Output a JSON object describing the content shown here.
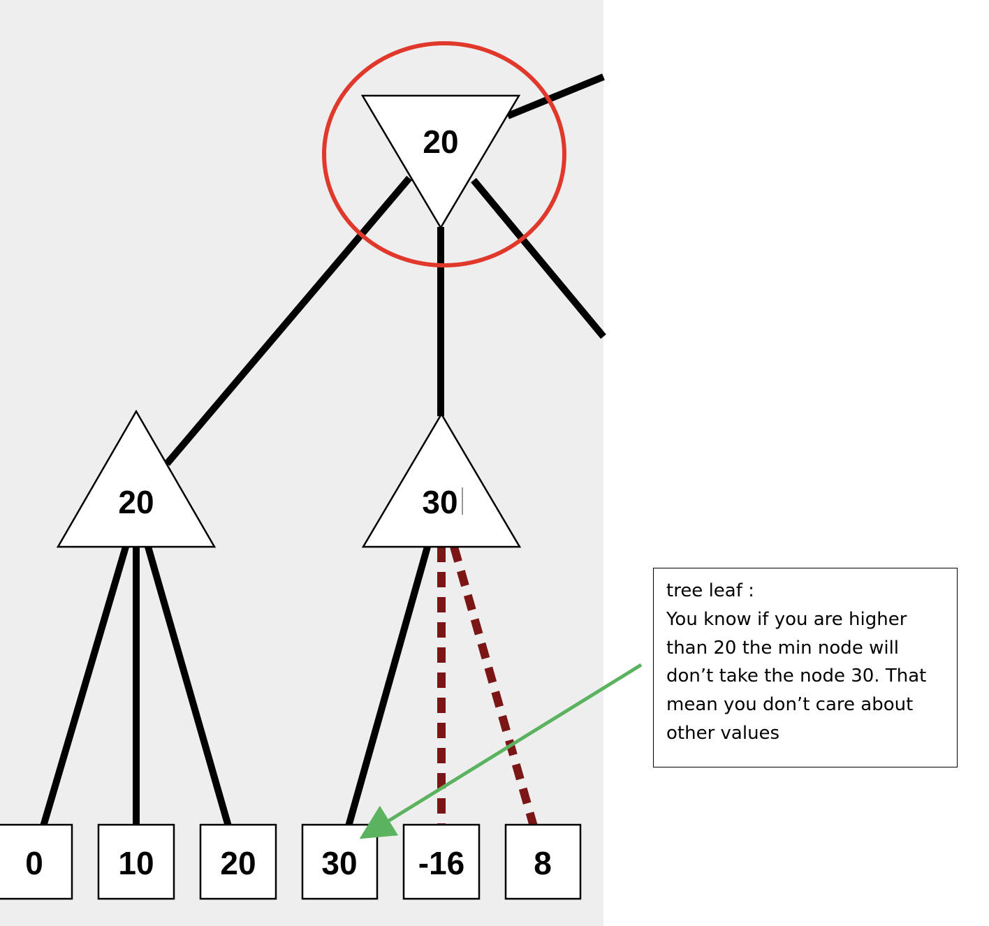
{
  "colors": {
    "panel_background": "#eeeeee",
    "edge": "#000000",
    "pruned_edge": "#7b1616",
    "highlight_circle": "#e0392b",
    "annotation_arrow": "#5bb25f"
  },
  "tree": {
    "root": {
      "kind": "min",
      "value": "20"
    },
    "children": [
      {
        "kind": "max",
        "value": "20",
        "leaves": [
          "0",
          "10",
          "20"
        ]
      },
      {
        "kind": "max",
        "value": "30",
        "leaves": [
          "30",
          "-16",
          "8"
        ],
        "pruned_leaves": [
          "-16",
          "8"
        ]
      }
    ]
  },
  "note": {
    "lines": [
      "tree leaf :",
      "You know if you are higher",
      "than 20 the min node will",
      "don’t take the node 30. That",
      "mean you don’t care about",
      "other values"
    ]
  }
}
